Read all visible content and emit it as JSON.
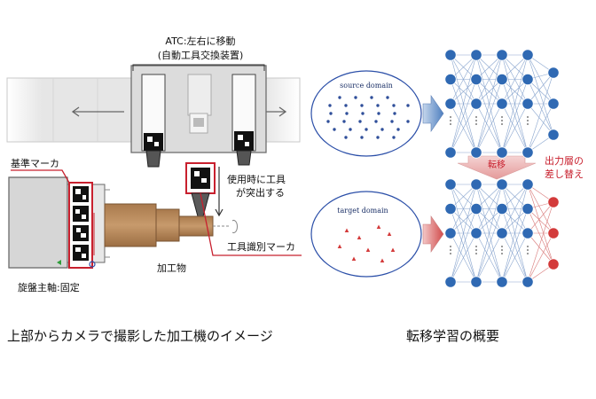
{
  "machine": {
    "atc_title": "ATC:左右に移動",
    "atc_subtitle": "(自動工具交換装置)",
    "reference_marker": "基準マーカ",
    "tool_protrudes_line1": "使用時に工具",
    "tool_protrudes_line2": "が突出する",
    "tool_id_marker": "工具識別マーカ",
    "workpiece": "加工物",
    "spindle": "旋盤主軸:固定",
    "caption": "上部からカメラで撮影した加工機のイメージ"
  },
  "transfer": {
    "source_domain": "source domain",
    "target_domain": "target domain",
    "transfer_label": "転移",
    "output_layer_line1": "出力層の",
    "output_layer_line2": "差し替え",
    "caption": "転移学習の概要"
  },
  "colors": {
    "marker_red": "#c8202e",
    "domain_blue": "#2f4f9a",
    "node_blue": "#2f69b3",
    "node_red": "#d33a3a",
    "workpiece_brown": "#b8865a"
  }
}
